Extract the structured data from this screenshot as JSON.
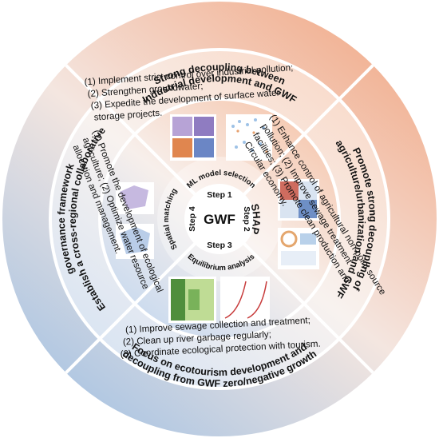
{
  "colors": {
    "warm": "#f4b99a",
    "warm_light": "#fbe3d6",
    "cool": "#a9c4e2",
    "cool_light": "#dde8f5",
    "divider": "#ffffff",
    "text": "#111111"
  },
  "center": {
    "label": "GWF"
  },
  "steps": [
    {
      "label": "Step 1"
    },
    {
      "label": "Step 2"
    },
    {
      "label": "Step 3"
    },
    {
      "label": "Step 4"
    }
  ],
  "inner_ring": {
    "top": "ML model selection",
    "right": "SHAP",
    "bottom": "Equilibrium analysis",
    "left": "Spatial matching"
  },
  "outer_ring": {
    "top": [
      "Strong decoupling between",
      "Industrial development and GWF"
    ],
    "right": [
      "Promote strong decoupling of",
      "agriculture/urbanization and GWF"
    ],
    "bottom": [
      "Focus on ecotourism development and",
      "decoupling from GWF zero/negative growth"
    ],
    "left": [
      "Establish a cross-regional collaborative",
      "governance framework"
    ]
  },
  "middle_ring": {
    "top": [
      "(1) Implement strict control over industrial pollution;",
      "(2) Strengthen groundwater;",
      "(3) Expedite the development of surface water",
      "storage projects."
    ],
    "right": [
      "(1) Enhance control of agricultural non-point source",
      "pollution; (2) Improve sewage treatment",
      "facilities; (3) Promote clean production and",
      "Circular economy."
    ],
    "bottom": [
      "(1) Improve sewage collection and treatment;",
      "(2) Clean up river garbage regularly;",
      "(3) Coordinate ecological protection with tourism."
    ],
    "left": [
      "(1) Promote the development of ecological",
      "agriculture; (2) Optimize water resource",
      "allocation and management."
    ]
  },
  "thumbnails": [
    {
      "name": "thumb-maps-top-left"
    },
    {
      "name": "thumb-scatter-top-right"
    },
    {
      "name": "thumb-heatmap-right"
    },
    {
      "name": "thumb-shap-plots-right"
    },
    {
      "name": "thumb-heatmap-bottom"
    },
    {
      "name": "thumb-curves-bottom"
    },
    {
      "name": "thumb-map-left-upper"
    },
    {
      "name": "thumb-map-left-lower"
    }
  ]
}
